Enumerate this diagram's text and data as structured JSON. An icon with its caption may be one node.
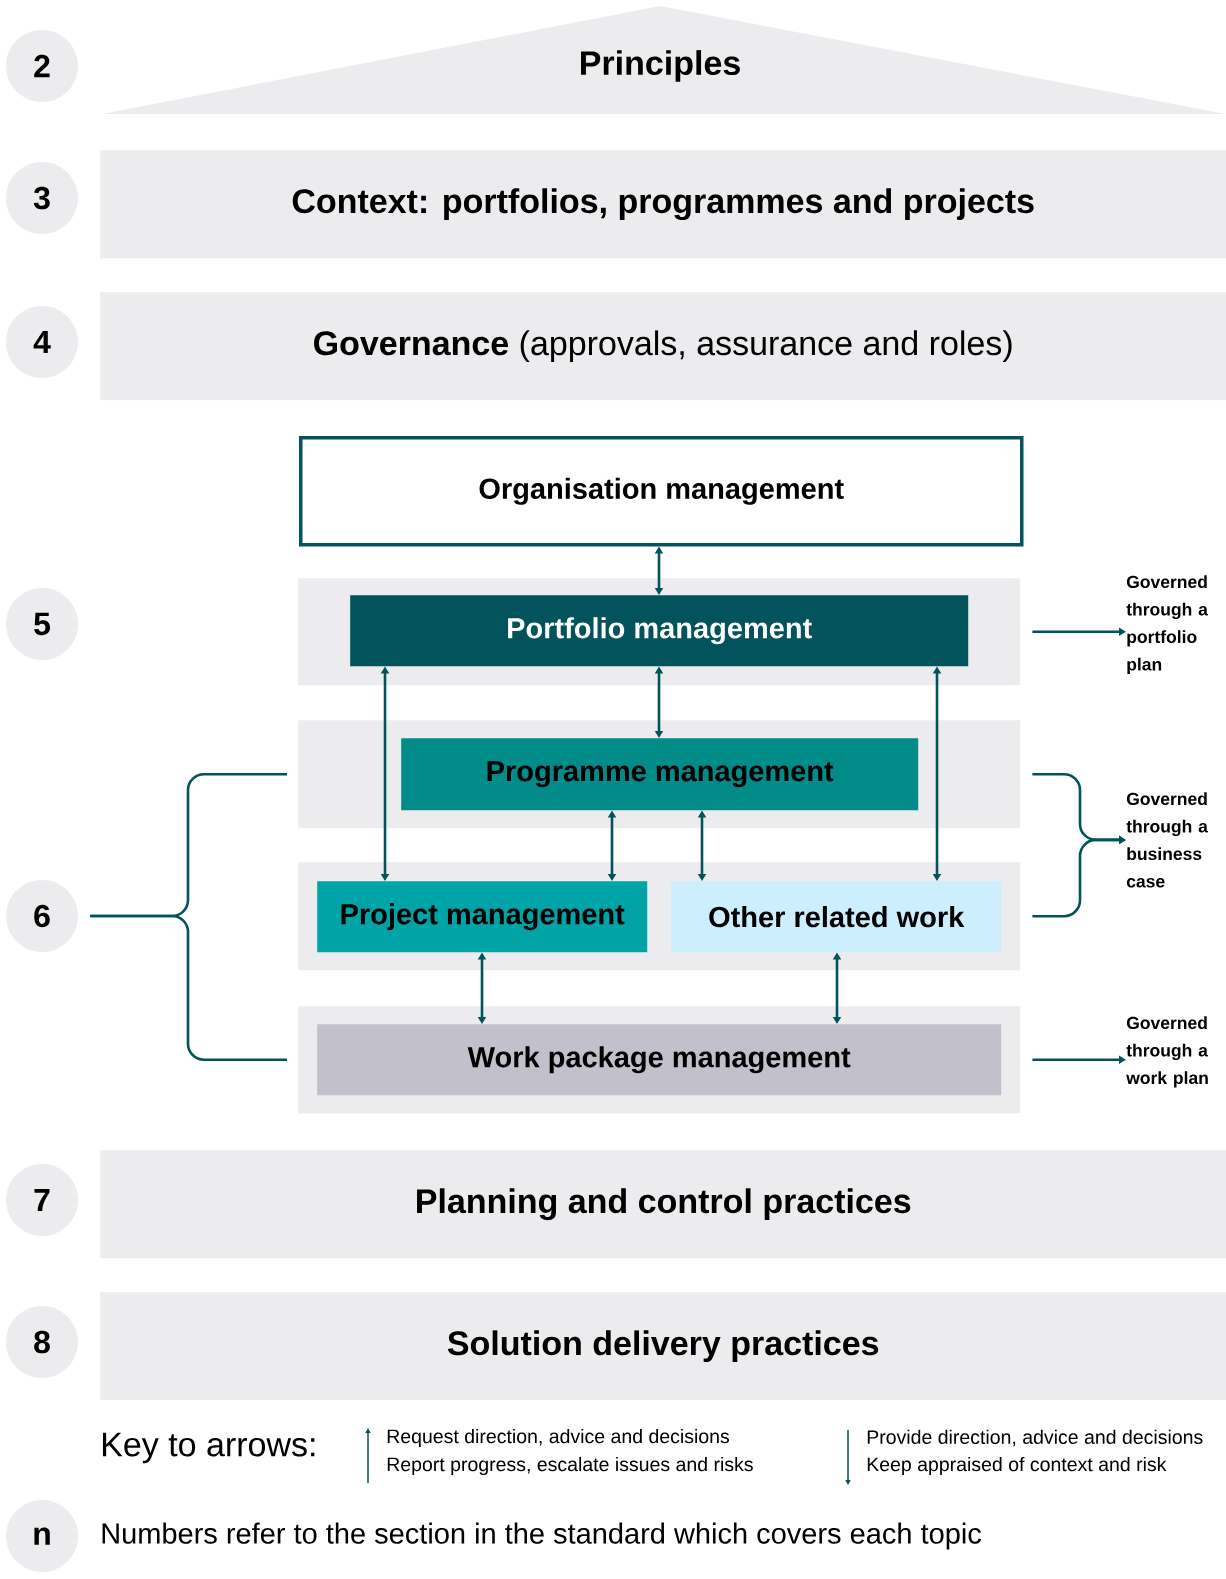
{
  "diagram": {
    "nodes": [
      {
        "text": [
          "2"
        ]
      },
      {
        "text": [
          "Principles"
        ]
      },
      {
        "text": [
          "3"
        ]
      },
      {
        "text": [
          "Context: portfolios, programmes and projects"
        ]
      },
      {
        "text": [
          "4"
        ]
      },
      {
        "text": [
          "**Governance** (approvals, assurance and roles)"
        ]
      },
      {
        "text": [
          "Organisation management"
        ]
      },
      {
        "text": [
          "5"
        ]
      },
      {
        "text": [],
        "shape": "box"
      },
      {
        "text": [
          "Portfolio management"
        ],
        "in": 8
      },
      {
        "text": [],
        "shape": "box"
      },
      {
        "text": [
          "Programme management"
        ],
        "in": 10
      },
      {
        "text": [
          "6"
        ]
      },
      {
        "text": [],
        "shape": "box"
      },
      {
        "text": [
          "Project management"
        ],
        "in": 13
      },
      {
        "text": [
          "Other related work"
        ],
        "in": 13
      },
      {
        "text": [],
        "shape": "box"
      },
      {
        "text": [
          "Work package management"
        ],
        "in": 16
      },
      {
        "text": [
          "Governed through a portfolio plan"
        ]
      },
      {
        "text": [
          "Governed through a business case"
        ]
      },
      {
        "text": [
          "Governed through a work plan"
        ]
      },
      {
        "text": [
          "7"
        ]
      },
      {
        "text": [
          "Planning and control practices"
        ]
      },
      {
        "text": [
          "8"
        ]
      },
      {
        "text": [
          "Solution delivery practices"
        ]
      },
      {
        "text": [
          "n"
        ]
      }
    ],
    "edges": [
      {
        "from": 6,
        "to": 9,
        "arrow": "both"
      },
      {
        "from": 9,
        "to": 14,
        "arrow": "both"
      },
      {
        "from": 9,
        "to": 11,
        "arrow": "both"
      },
      {
        "from": 9,
        "to": 15,
        "arrow": "both"
      },
      {
        "from": 11,
        "to": 14,
        "arrow": "both"
      },
      {
        "from": 11,
        "to": 15,
        "arrow": "both"
      },
      {
        "from": 14,
        "to": 17,
        "arrow": "both"
      },
      {
        "from": 15,
        "to": 17,
        "arrow": "both"
      },
      {
        "from": 8,
        "to": 18,
        "arrow": "to"
      },
      {
        "from": 10,
        "to": 19,
        "arrow": "to"
      },
      {
        "from": 13,
        "to": 19,
        "arrow": "to"
      },
      {
        "from": 16,
        "to": 20,
        "arrow": "to"
      },
      {
        "from": 12,
        "to": 10,
        "arrow": "none"
      },
      {
        "from": 12,
        "to": 16,
        "arrow": "none"
      }
    ],
    "labels": [
      "Key to arrows:",
      "Request direction, advice and decisions",
      "Report progress, escalate issues and risks",
      "Provide direction, advice and decisions",
      "Keep appraised of context and risk",
      "Numbers refer to the section in the standard which covers each topic"
    ]
  }
}
